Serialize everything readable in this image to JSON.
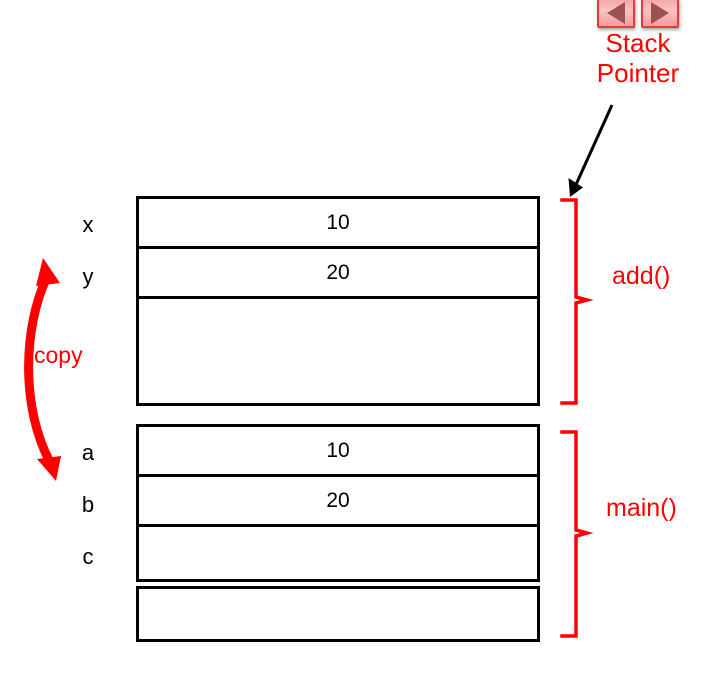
{
  "nav": {
    "prev_label": "prev-triangle",
    "next_label": "next-triangle"
  },
  "stack_pointer": {
    "line1": "Stack",
    "line2": "Pointer",
    "color": "#ff0000"
  },
  "annotations": {
    "copy_label": "copy",
    "copy_color": "#ff0000",
    "arrow_color": "#000000"
  },
  "frames": [
    {
      "name": "add",
      "brace_label": "add()",
      "brace_color": "#ff0000",
      "slots": [
        {
          "label": "x",
          "value": "10"
        },
        {
          "label": "y",
          "value": "20"
        },
        {
          "label": "",
          "value": ""
        }
      ]
    },
    {
      "name": "main",
      "brace_label": "main()",
      "brace_color": "#ff0000",
      "slots": [
        {
          "label": "a",
          "value": "10"
        },
        {
          "label": "b",
          "value": "20"
        },
        {
          "label": "c",
          "value": ""
        },
        {
          "label": "",
          "value": ""
        }
      ]
    }
  ],
  "labels": {
    "x": "x",
    "y": "y",
    "a": "a",
    "b": "b",
    "c": "c"
  },
  "values": {
    "x": "10",
    "y": "20",
    "a": "10",
    "b": "20",
    "c": ""
  }
}
